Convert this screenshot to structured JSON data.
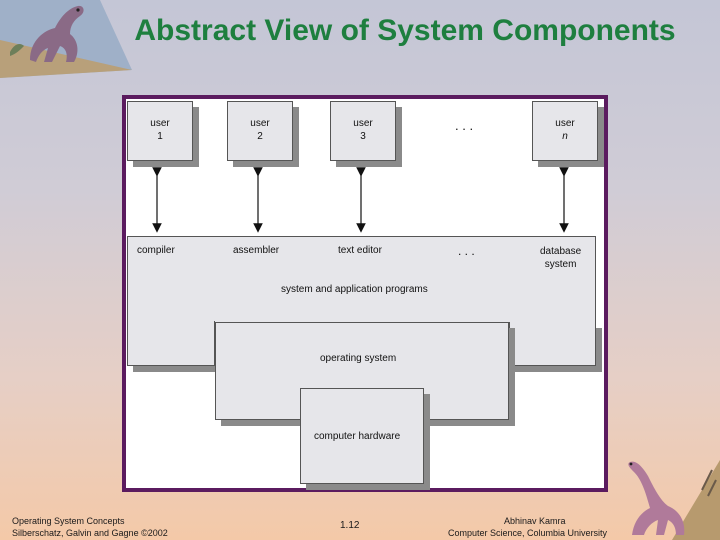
{
  "slide": {
    "title": "Abstract View of System Components",
    "page_number": "1.12",
    "footer_left_line1": "Operating System Concepts",
    "footer_left_line2": "Silberschatz, Galvin and  Gagne ©2002",
    "footer_right_line1": "Abhinav Kamra",
    "footer_right_line2": "Computer Science, Columbia University"
  },
  "diagram": {
    "users": [
      {
        "line1": "user",
        "line2": "1"
      },
      {
        "line1": "user",
        "line2": "2"
      },
      {
        "line1": "user",
        "line2": "3"
      },
      {
        "line1": "user",
        "line2": "n"
      }
    ],
    "users_ellipsis": ". . .",
    "programs": {
      "compiler": "compiler",
      "assembler": "assembler",
      "text_editor": "text editor",
      "ellipsis": ". . .",
      "database_line1": "database",
      "database_line2": "system",
      "layer_label": "system and application programs"
    },
    "operating_system": "operating system",
    "computer_hardware": "computer hardware"
  },
  "colors": {
    "title": "#1e7f3f",
    "frame_border": "#5b1b5f",
    "box_fill": "#e6e6ea"
  }
}
